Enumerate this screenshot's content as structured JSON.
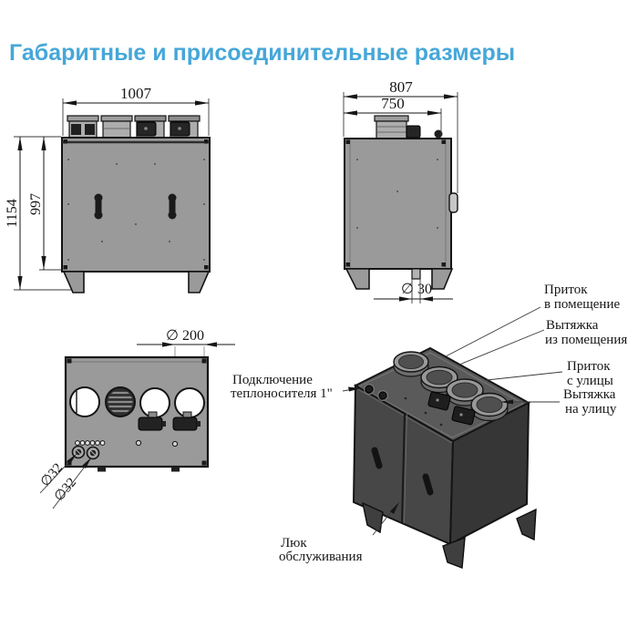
{
  "title": "Габаритные и присоединительные размеры",
  "colors": {
    "title_blue": "#46a7d8",
    "panel_gray": "#9a9a9a",
    "duct_gray": "#adadad",
    "line_dark": "#141414",
    "iso_top": "#5a5a5a",
    "iso_front": "#474747",
    "iso_side": "#363636"
  },
  "dims": {
    "front_width": "1007",
    "front_height_total": "1154",
    "front_height_body": "997",
    "side_depth_total": "807",
    "side_depth_body": "750",
    "drain": "∅ 30",
    "duct": "∅ 200",
    "pipe_a": "∅32",
    "pipe_b": "∅32"
  },
  "labels": {
    "supply_in_1": "Приток",
    "supply_in_2": "в помещение",
    "exhaust_from_1": "Вытяжка",
    "exhaust_from_2": "из помещения",
    "supply_street_1": "Приток",
    "supply_street_2": "с улицы",
    "exhaust_street_1": "Вытяжка",
    "exhaust_street_2": "на улицу",
    "heat_1": "Подключение",
    "heat_2": "теплоносителя 1\"",
    "hatch_1": "Люк",
    "hatch_2": "обслуживания"
  }
}
